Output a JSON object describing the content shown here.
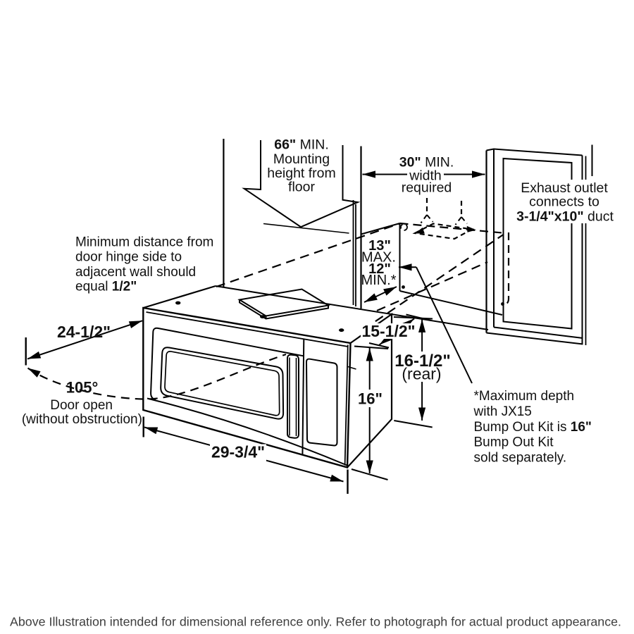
{
  "labels": {
    "mounting_height": {
      "bold": "66\"",
      "rest": " MIN.",
      "line2": "Mounting",
      "line3": "height from",
      "line4": "floor"
    },
    "width_required": {
      "bold": "30\"",
      "rest": " MIN.",
      "line2": "width",
      "line3": "required"
    },
    "exhaust": {
      "line1": "Exhaust outlet",
      "line2": "connects to",
      "line3_bold": "3-1/4\"x10\"",
      "line3_rest": " duct"
    },
    "min_distance": {
      "line1": "Minimum distance from",
      "line2": "door hinge side to",
      "line3": "adjacent wall should",
      "line4_rest": "equal ",
      "line4_bold": "1/2\""
    },
    "depth_minmax": {
      "max_value": "13\"",
      "max_label": "MAX.",
      "min_value": "12\"",
      "min_label": "MIN.*"
    },
    "dim_front_width": "24-1/2\"",
    "door_swing": {
      "angle": "105°",
      "line2": "Door open",
      "line3": "(without obstruction)"
    },
    "dim_bottom_width": "29-3/4\"",
    "dim_top_depth": "15-1/2\"",
    "dim_rear_height": "16-1/2\"",
    "dim_rear_height_note": "(rear)",
    "dim_front_height": "16\"",
    "footnote": {
      "line1": "*Maximum depth",
      "line2": "with JX15",
      "line3_rest": "Bump Out Kit is ",
      "line3_bold": "16\"",
      "line4": "Bump Out Kit",
      "line5": "sold separately."
    },
    "caption": "Above Illustration intended for dimensional reference only. Refer to photograph for actual product appearance."
  },
  "colors": {
    "line": "#000000",
    "text": "#111111",
    "caption": "#3e3e3e",
    "background": "#ffffff"
  }
}
